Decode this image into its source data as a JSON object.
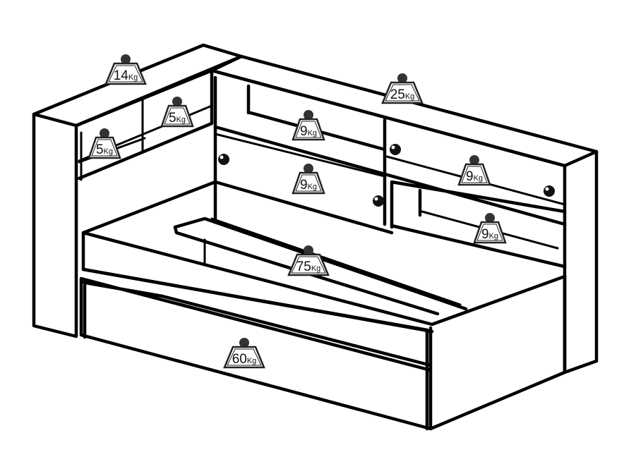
{
  "weights": [
    {
      "id": "top-left-shelf",
      "value": "14",
      "unit": "Kg"
    },
    {
      "id": "top-back",
      "value": "25",
      "unit": "Kg"
    },
    {
      "id": "side-upper-compartment",
      "value": "5",
      "unit": "Kg"
    },
    {
      "id": "side-lower-compartment",
      "value": "5",
      "unit": "Kg"
    },
    {
      "id": "back-upper-left-shelf",
      "value": "9",
      "unit": "Kg"
    },
    {
      "id": "back-left-cabinet",
      "value": "9",
      "unit": "Kg"
    },
    {
      "id": "back-right-cabinet",
      "value": "9",
      "unit": "Kg"
    },
    {
      "id": "back-lower-right-shelf",
      "value": "9",
      "unit": "Kg"
    },
    {
      "id": "mattress-platform",
      "value": "75",
      "unit": "Kg"
    },
    {
      "id": "pull-out-drawer",
      "value": "60",
      "unit": "Kg"
    }
  ],
  "colors": {
    "line": "#000000",
    "background": "#ffffff",
    "label_fill": "#ffffff"
  }
}
